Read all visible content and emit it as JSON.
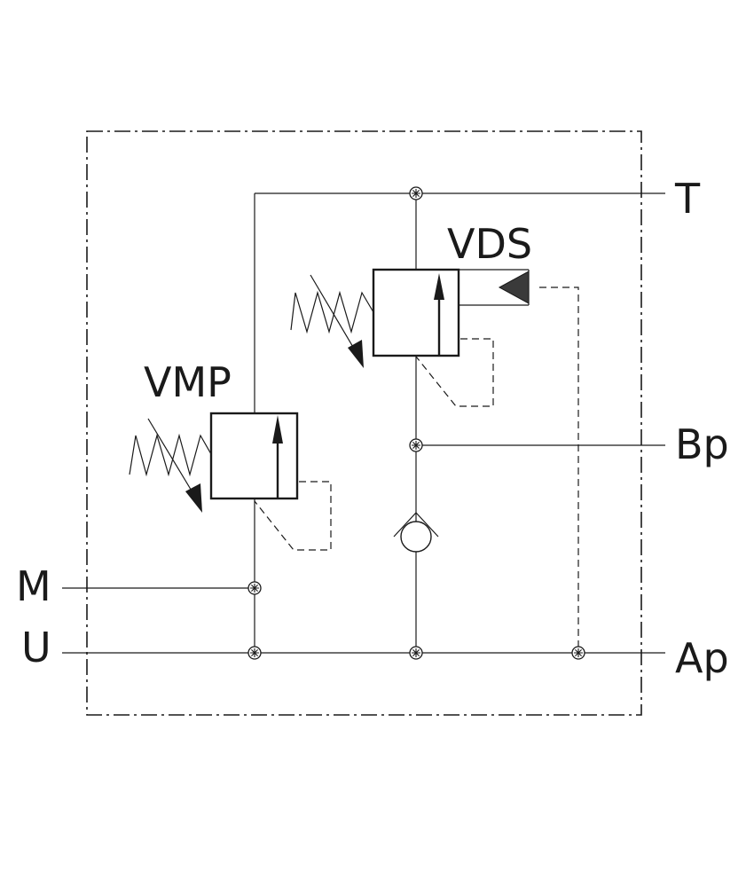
{
  "colors": {
    "ink": "#1a1a1a",
    "background": "#ffffff"
  },
  "valves": {
    "vmp": {
      "label": "VMP"
    },
    "vds": {
      "label": "VDS"
    }
  },
  "ports": {
    "t": "T",
    "bp": "Bp",
    "m": "M",
    "u": "U",
    "ap": "Ap"
  },
  "symbols": {
    "junction": "junction-dot-icon",
    "check_valve": "check-valve-icon",
    "spring": "adjustable-spring-icon",
    "pilot": "pilot-triangle-icon"
  }
}
